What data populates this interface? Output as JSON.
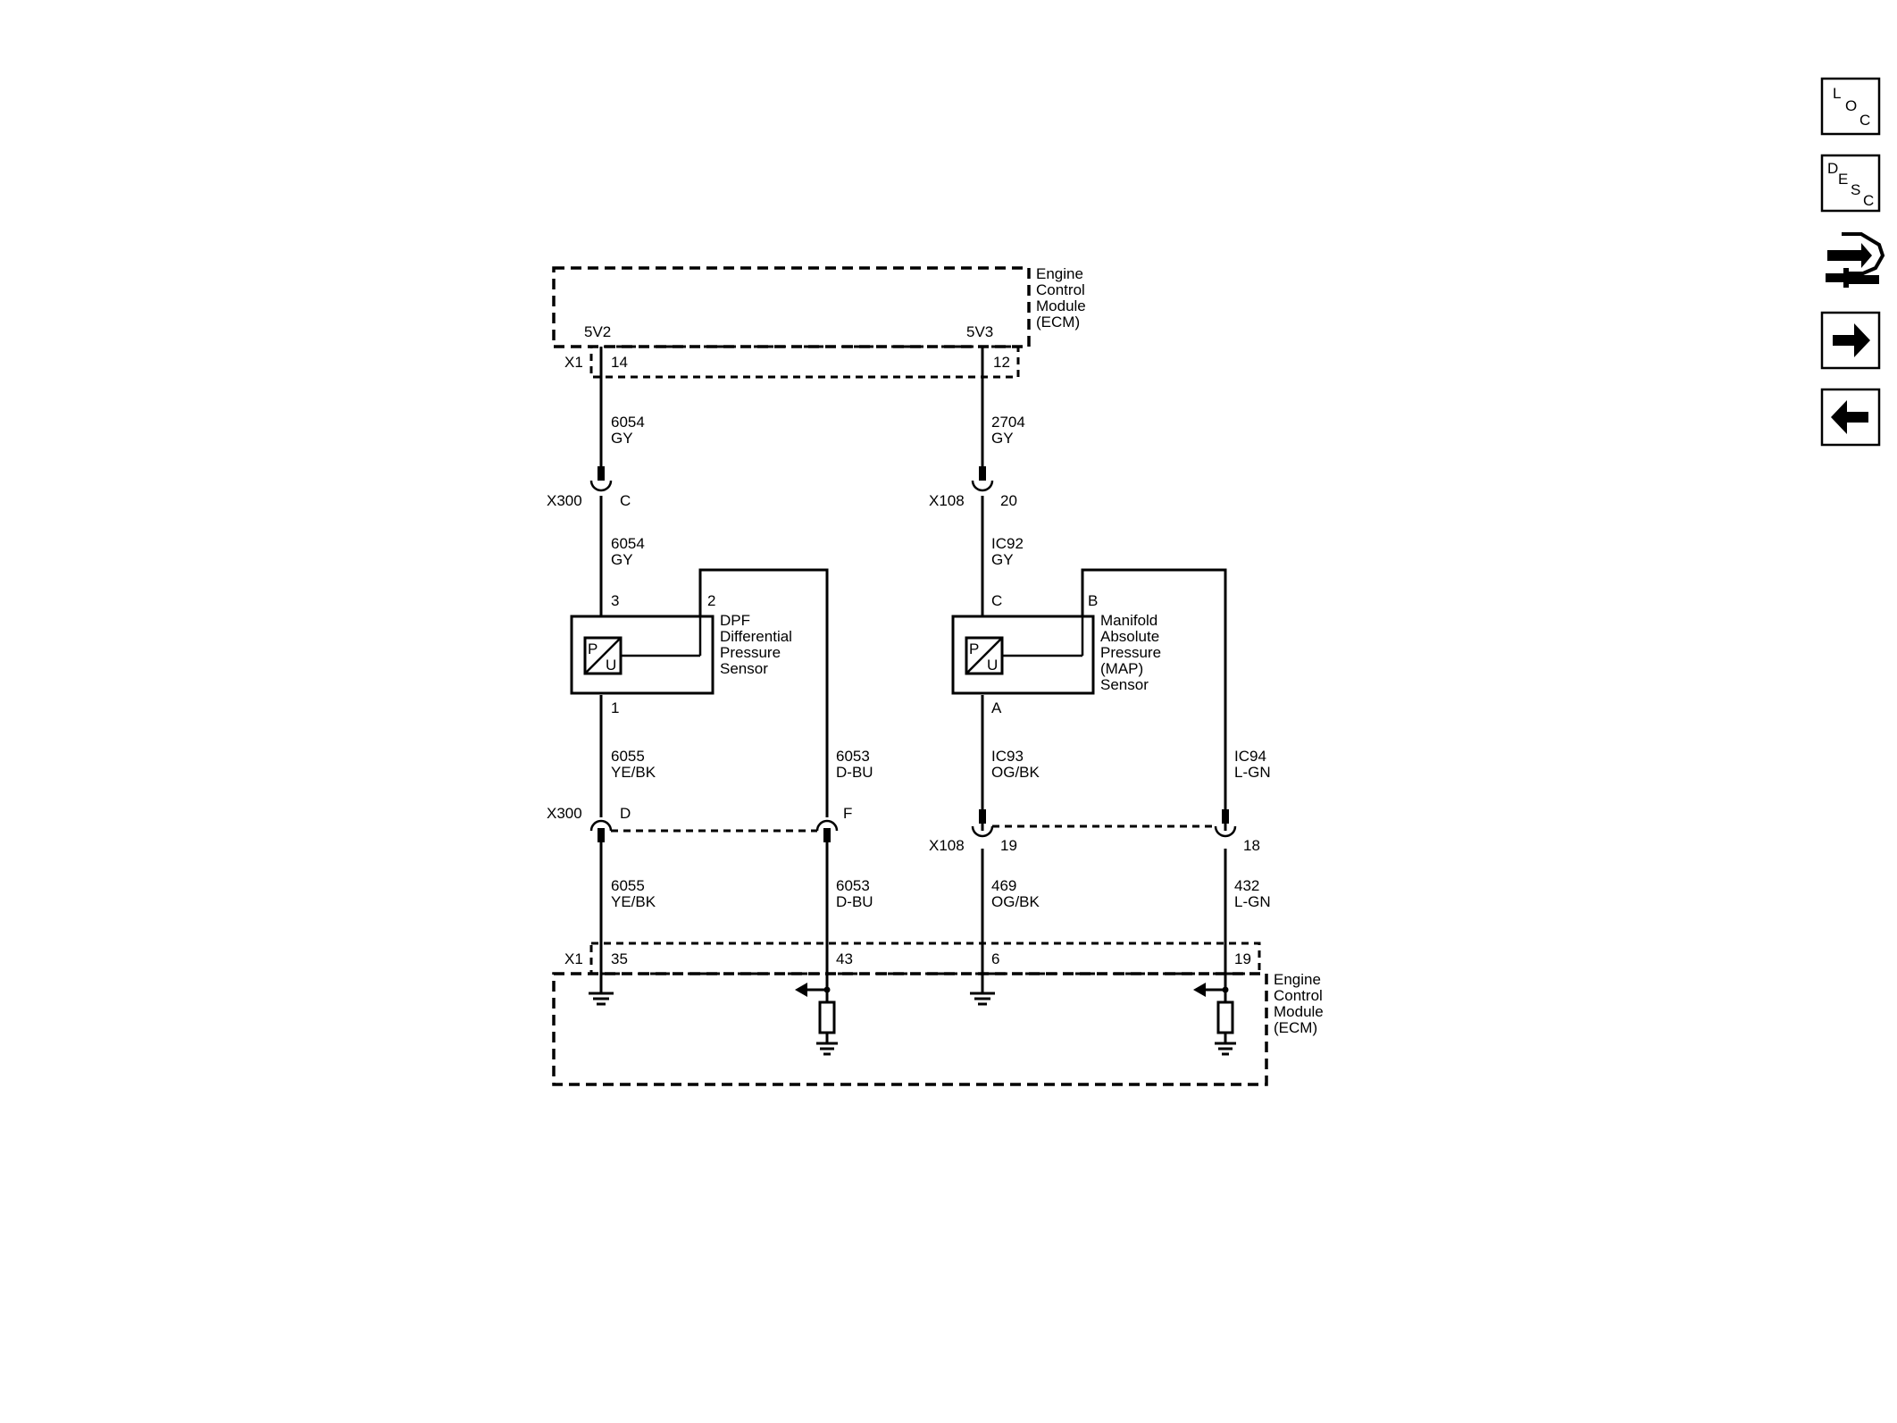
{
  "ecm_top": {
    "title": [
      "Engine",
      "Control",
      "Module",
      "(ECM)"
    ],
    "connector": "X1",
    "pins": [
      {
        "signal": "5V2",
        "pin": "14"
      },
      {
        "signal": "5V3",
        "pin": "12"
      }
    ]
  },
  "ecm_bottom": {
    "title": [
      "Engine",
      "Control",
      "Module",
      "(ECM)"
    ],
    "connector": "X1",
    "pins": [
      "35",
      "43",
      "6",
      "19"
    ]
  },
  "wires": {
    "w_6054_a": {
      "circuit": "6054",
      "color": "GY"
    },
    "w_2704": {
      "circuit": "2704",
      "color": "GY"
    },
    "w_6054_b": {
      "circuit": "6054",
      "color": "GY"
    },
    "w_ic92": {
      "circuit": "IC92",
      "color": "GY"
    },
    "w_6055_a": {
      "circuit": "6055",
      "color": "YE/BK"
    },
    "w_6053_a": {
      "circuit": "6053",
      "color": "D-BU"
    },
    "w_ic93": {
      "circuit": "IC93",
      "color": "OG/BK"
    },
    "w_ic94": {
      "circuit": "IC94",
      "color": "L-GN"
    },
    "w_6055_b": {
      "circuit": "6055",
      "color": "YE/BK"
    },
    "w_6053_b": {
      "circuit": "6053",
      "color": "D-BU"
    },
    "w_469": {
      "circuit": "469",
      "color": "OG/BK"
    },
    "w_432": {
      "circuit": "432",
      "color": "L-GN"
    }
  },
  "connectors": {
    "x300_c": {
      "name": "X300",
      "pin": "C"
    },
    "x108_20": {
      "name": "X108",
      "pin": "20"
    },
    "x300_d": {
      "name": "X300",
      "pin": "D"
    },
    "x300_f": {
      "pin": "F"
    },
    "x108_19": {
      "name": "X108",
      "pin": "19"
    },
    "x108_18": {
      "pin": "18"
    }
  },
  "dpf_sensor": {
    "name": [
      "DPF",
      "Differential",
      "Pressure",
      "Sensor"
    ],
    "pin_top_left": "3",
    "pin_top_right": "2",
    "pin_bottom": "1",
    "glyph_p": "P",
    "glyph_u": "U"
  },
  "map_sensor": {
    "name": [
      "Manifold",
      "Absolute",
      "Pressure",
      "(MAP)",
      "Sensor"
    ],
    "pin_top_left": "C",
    "pin_top_right": "B",
    "pin_bottom": "A",
    "glyph_p": "P",
    "glyph_u": "U"
  },
  "nav": {
    "loc": {
      "l1": "L",
      "l2": "O",
      "l3": "C"
    },
    "desc": {
      "l1": "D",
      "l2": "E",
      "l3": "S",
      "l4": "C"
    },
    "icons": [
      "connector-end-view-icon",
      "arrow-right-icon",
      "arrow-left-icon"
    ]
  }
}
